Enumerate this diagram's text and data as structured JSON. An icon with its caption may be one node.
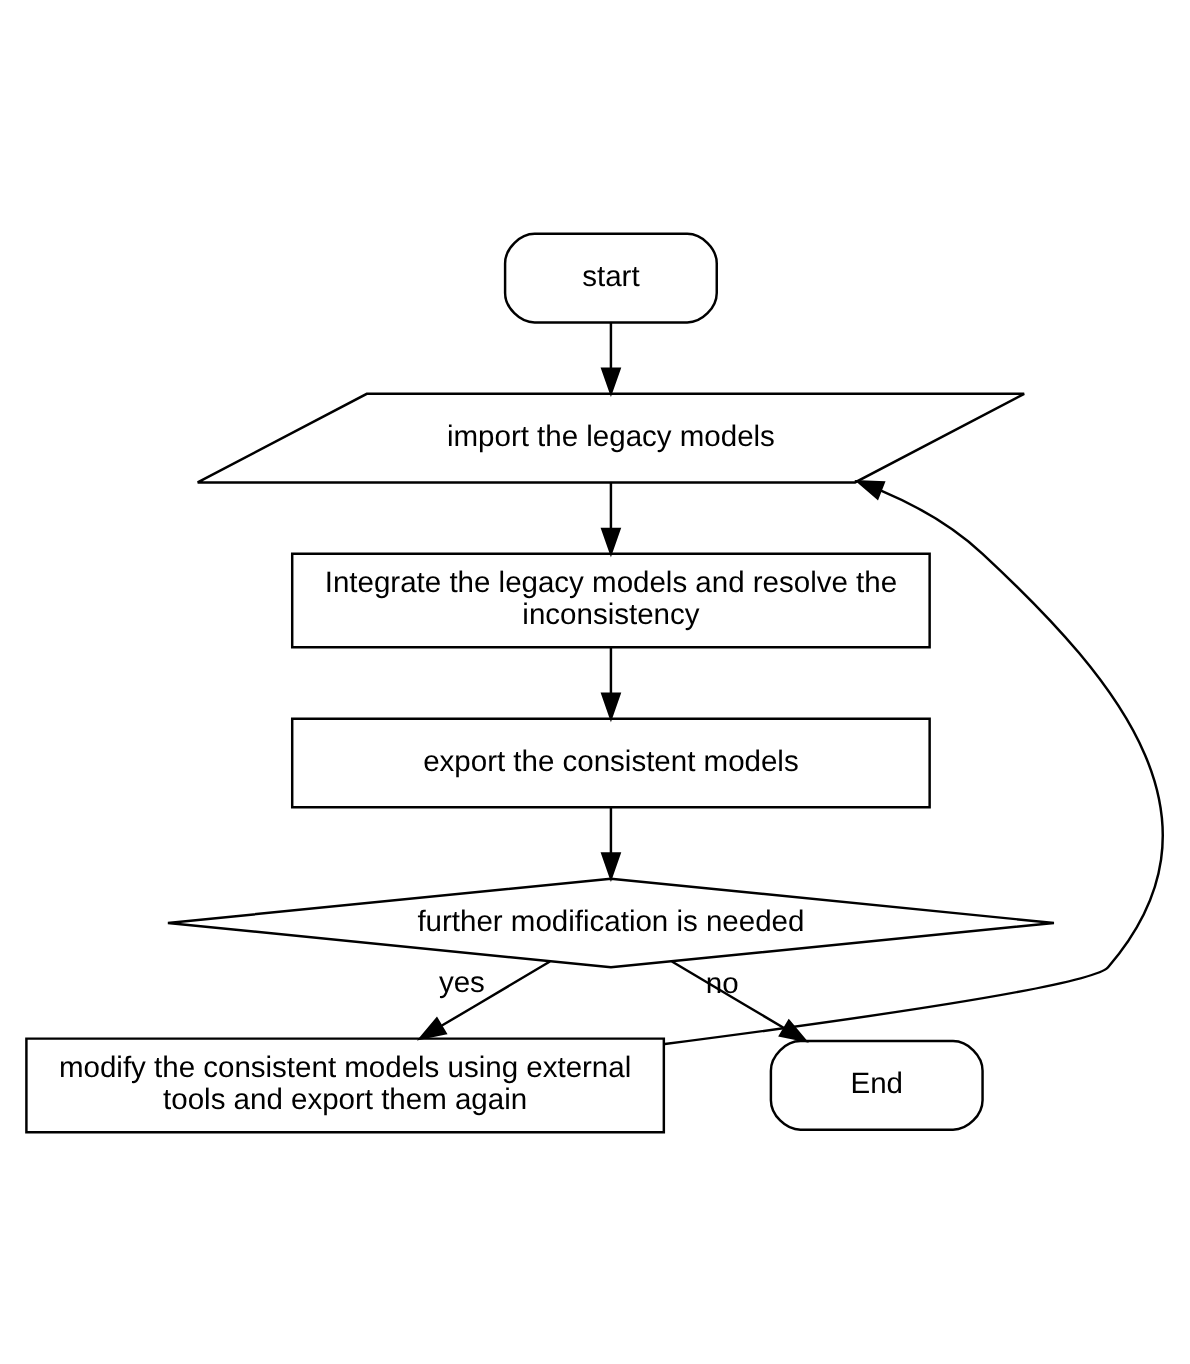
{
  "diagram": {
    "nodes": [
      {
        "text": [
          "start"
        ]
      },
      {
        "text": [
          "import the legacy models"
        ]
      },
      {
        "text": [
          "Integrate the legacy models and resolve the inconsistency"
        ]
      },
      {
        "text": [
          "export the consistent models"
        ]
      },
      {
        "text": [
          "further modification is needed"
        ]
      },
      {
        "text": [
          "modify the consistent models using external tools and export them again"
        ]
      },
      {
        "text": [
          "End"
        ]
      }
    ],
    "edges": [
      {
        "from": 0,
        "to": 1,
        "arrow": "to"
      },
      {
        "from": 1,
        "to": 2,
        "arrow": "to"
      },
      {
        "from": 2,
        "to": 3,
        "arrow": "to"
      },
      {
        "from": 3,
        "to": 4,
        "arrow": "to"
      },
      {
        "from": 4,
        "to": 5,
        "arrow": "to",
        "label": "yes"
      },
      {
        "from": 4,
        "to": 6,
        "arrow": "to",
        "label": "no"
      },
      {
        "from": 5,
        "to": 1,
        "arrow": "to"
      }
    ]
  }
}
